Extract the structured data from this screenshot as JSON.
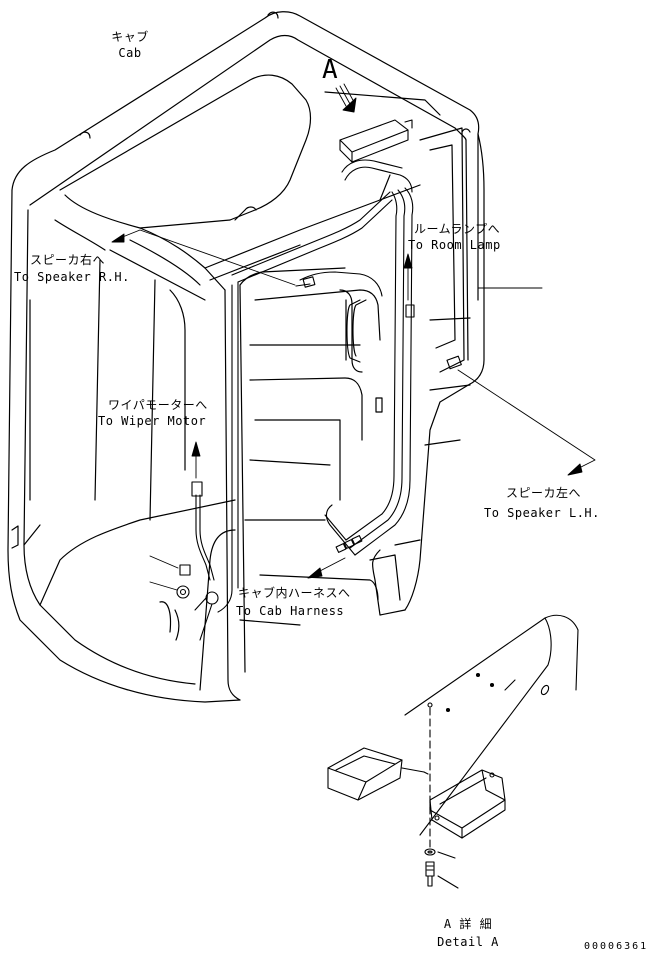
{
  "labels": {
    "cab_jp": "キャブ",
    "cab_en": "Cab",
    "view_letter": "A",
    "speaker_rh_jp": "スピーカ右へ",
    "speaker_rh_en": "To Speaker R.H.",
    "room_lamp_jp": "ルームランプへ",
    "room_lamp_en": "To Room Lamp",
    "wiper_motor_jp": "ワイパモーターへ",
    "wiper_motor_en": "To Wiper Motor",
    "speaker_lh_jp": "スピーカ左へ",
    "speaker_lh_en": "To Speaker L.H.",
    "cab_harness_jp": "キャブ内ハーネスへ",
    "cab_harness_en": "To Cab Harness",
    "detail_jp": "A 詳 細",
    "detail_en": "Detail A",
    "drawing_number": "00006361"
  }
}
